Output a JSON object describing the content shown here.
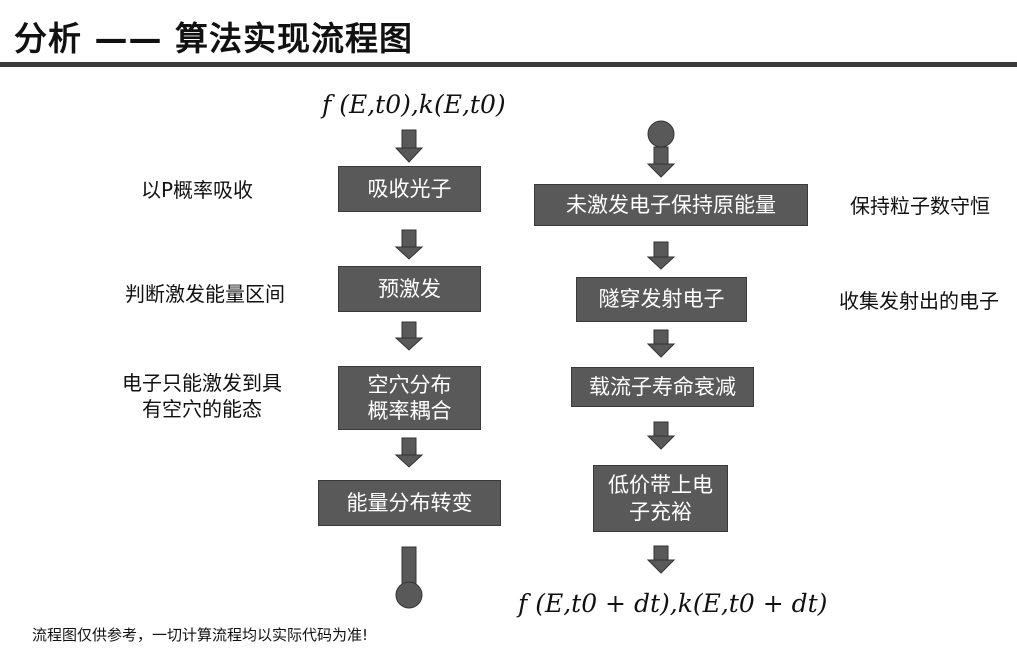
{
  "title": "分析 —— 算法实现流程图",
  "left_flow": {
    "top_formula": "f (E,t0),k(E,t0)",
    "boxes": {
      "absorb": "吸收光子",
      "pre_excite": "预激发",
      "hole_coupling": [
        "空穴分布",
        "概率耦合"
      ],
      "energy_change": "能量分布转变"
    },
    "notes": {
      "absorb": "以P概率吸收",
      "pre_excite": "判断激发能量区间",
      "hole_coupling": [
        "电子只能激发到具",
        "有空穴的能态"
      ]
    }
  },
  "right_flow": {
    "boxes": {
      "keep_energy": "未激发电子保持原能量",
      "tunnel": "隧穿发射电子",
      "lifetime": "载流子寿命衰减",
      "refill": [
        "低价带上电",
        "子充裕"
      ]
    },
    "notes": {
      "keep_energy": "保持粒子数守恒",
      "tunnel": "收集发射出的电子"
    },
    "bottom_formula": "f (E,t0 + dt),k(E,t0 + dt)"
  },
  "footer": "流程图仅供参考，一切计算流程均以实际代码为准!",
  "colors": {
    "box_fill": "#595959",
    "box_text": "#ffffff",
    "rule": "#3a3a3a"
  }
}
